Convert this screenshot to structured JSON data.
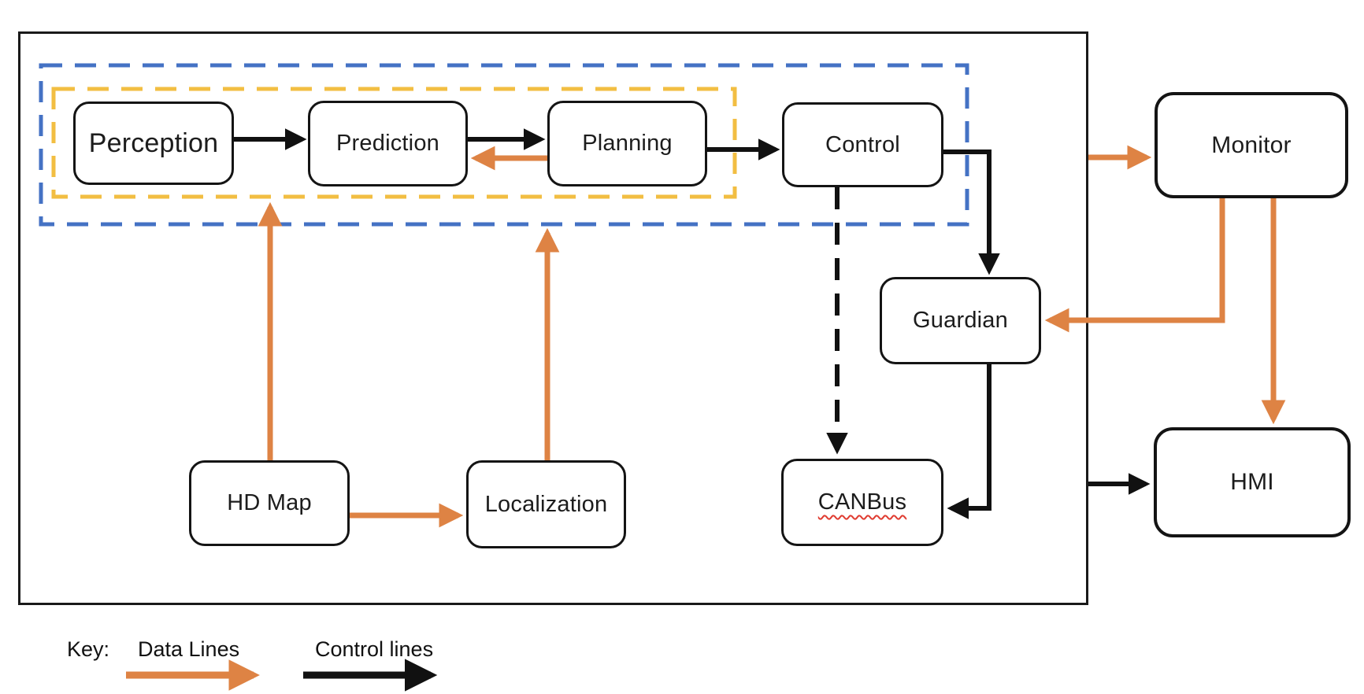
{
  "diagram": {
    "nodes": {
      "perception": "Perception",
      "prediction": "Prediction",
      "planning": "Planning",
      "control": "Control",
      "monitor": "Monitor",
      "guardian": "Guardian",
      "hd_map": "HD Map",
      "localization": "Localization",
      "canbus": "CANBus",
      "hmi": "HMI"
    },
    "groups": [
      {
        "name": "outer-dashed-group",
        "border_color": "#4472C4",
        "style": "dashed",
        "contains": [
          "Perception",
          "Prediction",
          "Planning",
          "Control"
        ]
      },
      {
        "name": "inner-dashed-group",
        "border_color": "#F2BE42",
        "style": "dashed",
        "contains": [
          "Perception",
          "Prediction",
          "Planning"
        ]
      }
    ],
    "edges": [
      {
        "from": "Perception",
        "to": "Prediction",
        "type": "control",
        "style": "solid"
      },
      {
        "from": "Prediction",
        "to": "Planning",
        "type": "control",
        "style": "solid"
      },
      {
        "from": "Planning",
        "to": "Prediction",
        "type": "data",
        "style": "solid"
      },
      {
        "from": "Planning",
        "to": "Control",
        "type": "control",
        "style": "solid"
      },
      {
        "from": "Control",
        "to": "Guardian",
        "type": "control",
        "style": "solid"
      },
      {
        "from": "Control",
        "to": "CANBus",
        "type": "control",
        "style": "dashed"
      },
      {
        "from": "Guardian",
        "to": "CANBus",
        "type": "control",
        "style": "solid"
      },
      {
        "from": "HD Map",
        "to": "inner-dashed-group",
        "type": "data",
        "style": "solid"
      },
      {
        "from": "HD Map",
        "to": "Localization",
        "type": "data",
        "style": "solid"
      },
      {
        "from": "Localization",
        "to": "outer-dashed-group",
        "type": "data",
        "style": "solid"
      },
      {
        "from": "system-boundary",
        "to": "Monitor",
        "type": "data",
        "style": "solid"
      },
      {
        "from": "Monitor",
        "to": "Guardian",
        "type": "data",
        "style": "solid"
      },
      {
        "from": "Monitor",
        "to": "HMI",
        "type": "data",
        "style": "solid"
      },
      {
        "from": "system-boundary",
        "to": "HMI",
        "type": "control",
        "style": "solid"
      }
    ],
    "legend": {
      "label": "Key:",
      "items": [
        {
          "name": "Data Lines",
          "color": "#DE8344"
        },
        {
          "name": "Control lines",
          "color": "#111111"
        }
      ]
    },
    "colors": {
      "data_line_orange": "#DE8344",
      "control_line_black": "#111111",
      "inner_group_gold": "#F2BE42",
      "outer_group_blue": "#4472C4",
      "spellcheck_red": "#E03C31",
      "node_border": "#141414",
      "background": "#FFFFFF"
    }
  }
}
